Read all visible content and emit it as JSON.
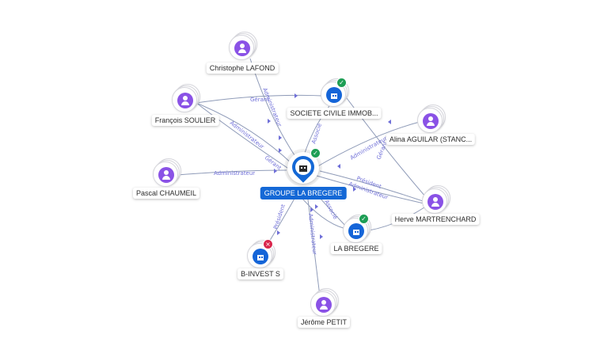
{
  "center": {
    "name": "GROUPE LA BREGERE",
    "status": "active"
  },
  "nodes": [
    {
      "id": "lafond",
      "name": "Christophe LAFOND",
      "kind": "person"
    },
    {
      "id": "soulier",
      "name": "François SOULIER",
      "kind": "person"
    },
    {
      "id": "sci",
      "name": "SOCIETE CIVILE IMMOB...",
      "kind": "company",
      "status": "active"
    },
    {
      "id": "aguilar",
      "name": "Alina AGUILAR (STANC...",
      "kind": "person"
    },
    {
      "id": "chaumeil",
      "name": "Pascal CHAUMEIL",
      "kind": "person"
    },
    {
      "id": "martrenchard",
      "name": "Herve MARTRENCHARD",
      "kind": "person"
    },
    {
      "id": "labregere",
      "name": "LA BREGERE",
      "kind": "company",
      "status": "active"
    },
    {
      "id": "binvest",
      "name": "B-INVEST S",
      "kind": "company",
      "status": "closed"
    },
    {
      "id": "petit",
      "name": "Jérôme PETIT",
      "kind": "person"
    }
  ],
  "edges": [
    {
      "from": "lafond",
      "to": "center",
      "label": "Administrateur"
    },
    {
      "from": "soulier",
      "to": "sci",
      "label": "Gérant"
    },
    {
      "from": "soulier",
      "to": "center",
      "label": "Administrateur"
    },
    {
      "from": "soulier",
      "to": "center",
      "label": "Gérant"
    },
    {
      "from": "center",
      "to": "sci",
      "label": "Associé"
    },
    {
      "from": "aguilar",
      "to": "center",
      "label": "Administrateur"
    },
    {
      "from": "martrenchard",
      "to": "sci",
      "label": "Gérant"
    },
    {
      "from": "chaumeil",
      "to": "center",
      "label": "Administrateur"
    },
    {
      "from": "martrenchard",
      "to": "center",
      "label": "Président"
    },
    {
      "from": "martrenchard",
      "to": "center",
      "label": "Administrateur"
    },
    {
      "from": "center",
      "to": "labregere",
      "label": "Associé"
    },
    {
      "from": "martrenchard",
      "to": "labregere",
      "label": ""
    },
    {
      "from": "center",
      "to": "binvest",
      "label": "Président"
    },
    {
      "from": "petit",
      "to": "center",
      "label": "Administrateur"
    }
  ],
  "colors": {
    "person": "#8a52e6",
    "company": "#1565d8",
    "active_badge": "#1e9e55",
    "closed_badge": "#d9254c",
    "edge_label": "#6f6fd8"
  },
  "icons": {
    "person": "person-icon",
    "company": "building-icon",
    "active": "check-icon",
    "closed": "close-icon"
  }
}
